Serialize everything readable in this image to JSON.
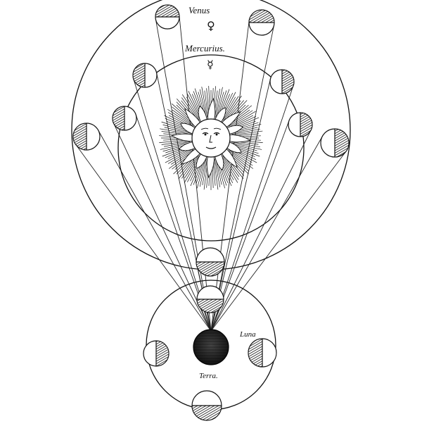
{
  "diagram": {
    "labels": {
      "venus": "Venus",
      "venus_symbol": "♀",
      "mercurius": "Mercurius.",
      "mercury_symbol": "☿",
      "luna": "Luna",
      "terra": "Terra."
    }
  }
}
